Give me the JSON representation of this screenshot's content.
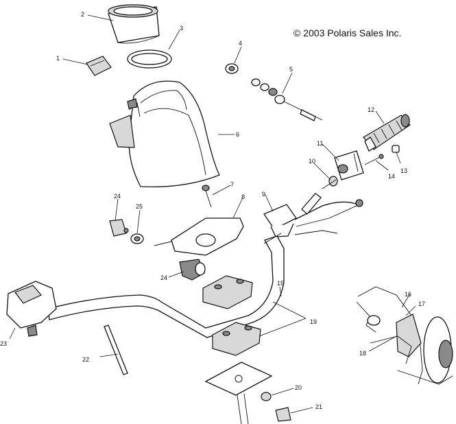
{
  "copyright": "© 2003 Polaris Sales Inc.",
  "callouts": {
    "c1": "1",
    "c2": "2",
    "c3": "3",
    "c4": "4",
    "c5": "5",
    "c6": "6",
    "c7": "7",
    "c8": "8",
    "c9": "9",
    "c10": "10",
    "c11": "11",
    "c12": "12",
    "c13": "13",
    "c14": "14",
    "c15": "15",
    "c16": "16",
    "c17": "17",
    "c18": "18",
    "c19": "19",
    "c20": "20",
    "c21": "21",
    "c22": "22",
    "c23": "23",
    "c24a": "24",
    "c24b": "24",
    "c25": "25"
  }
}
